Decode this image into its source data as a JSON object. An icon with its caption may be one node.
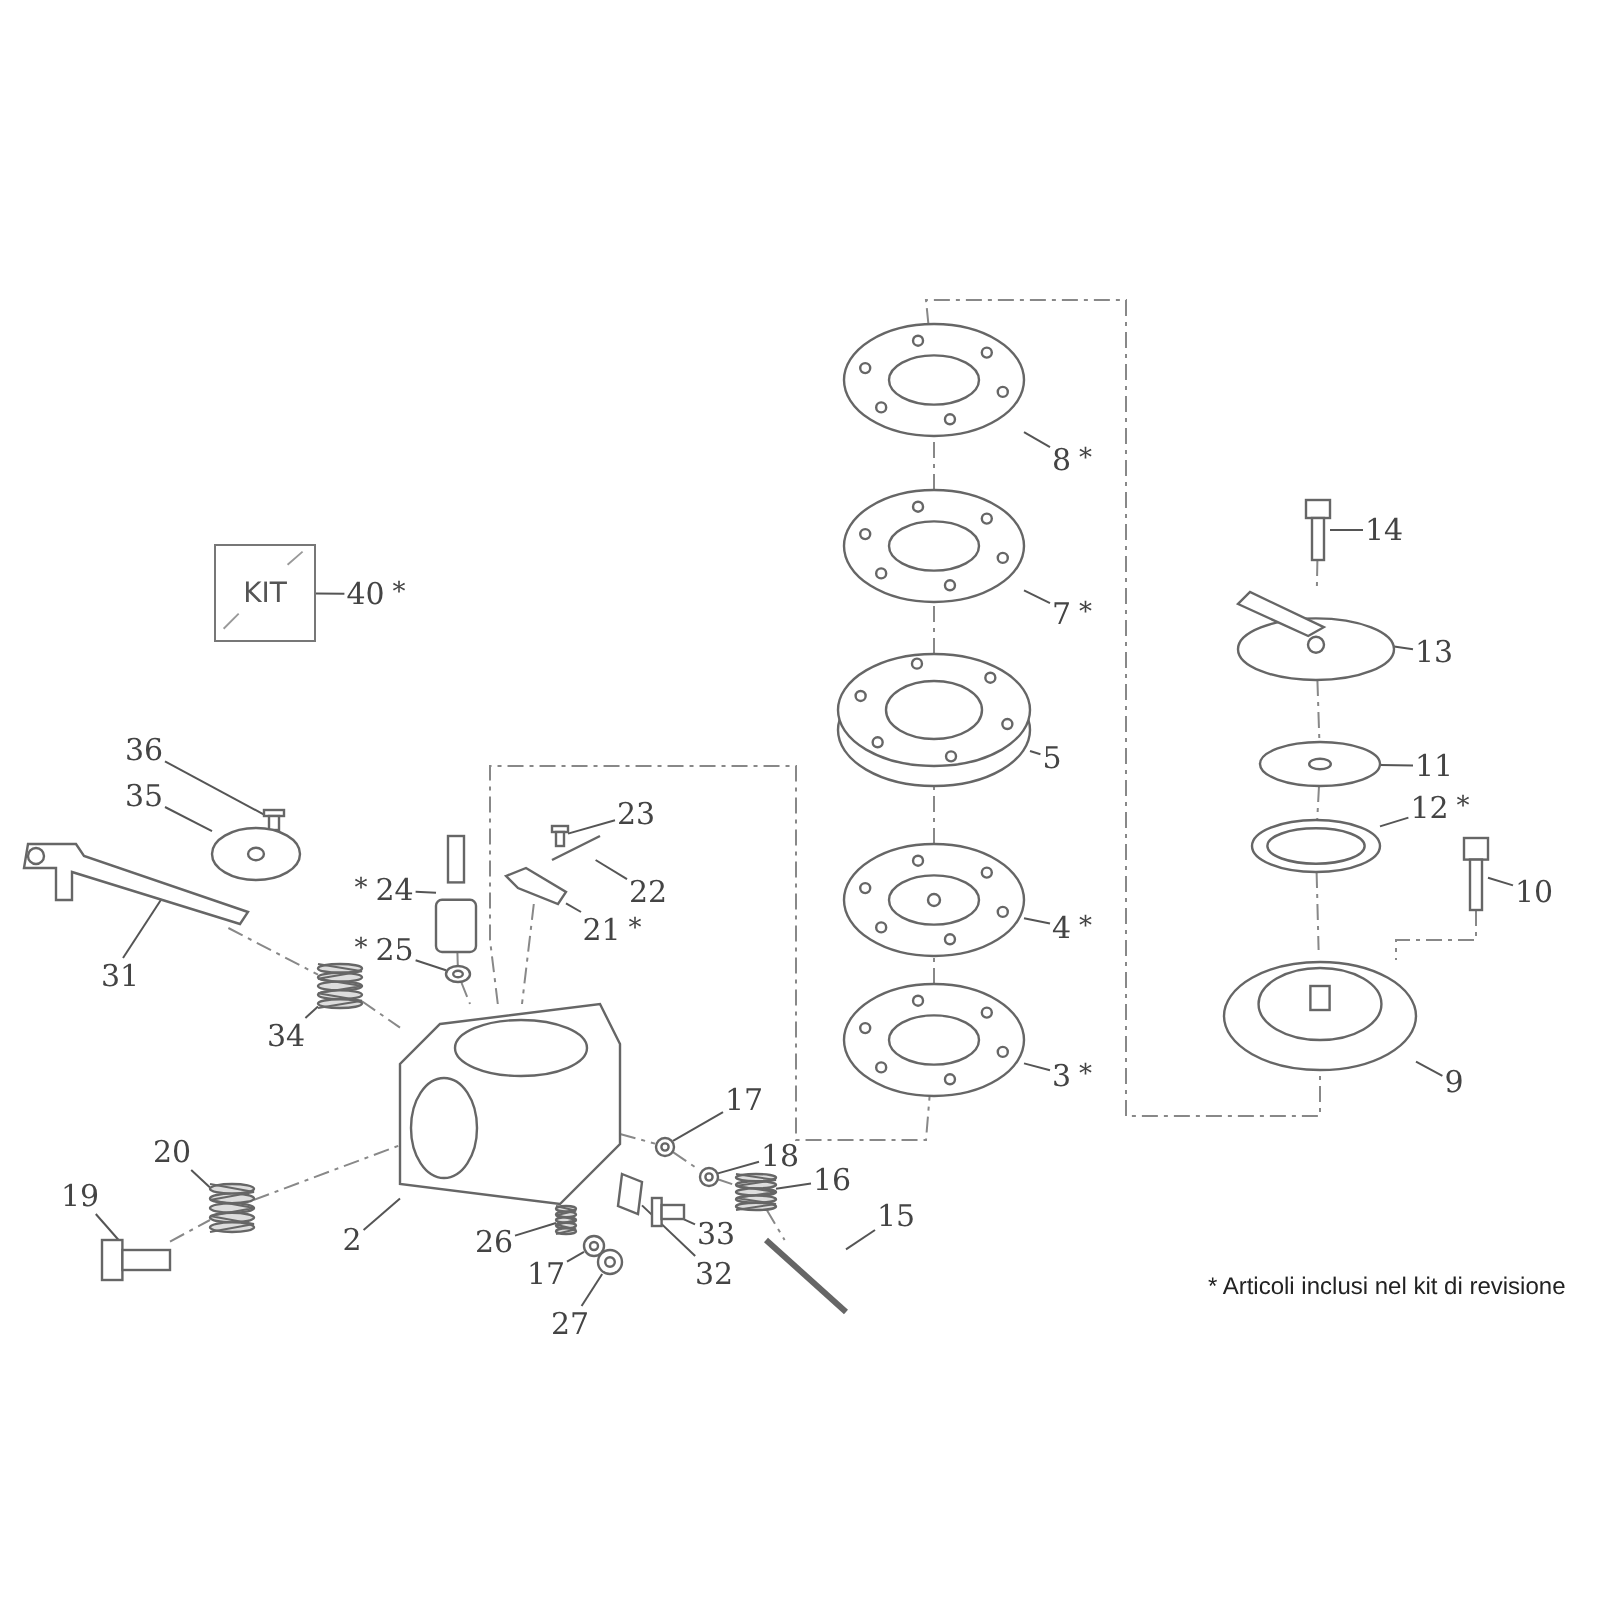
{
  "diagram": {
    "nodes": [
      {
        "text": [
          "40"
        ],
        "beside": [
          "*"
        ]
      },
      {
        "text": [
          "KIT"
        ]
      },
      {
        "text": [
          "36"
        ]
      },
      {
        "text": [],
        "shape": "picture"
      },
      {
        "text": [
          "35"
        ]
      },
      {
        "text": [],
        "shape": "picture"
      },
      {
        "text": [
          "31"
        ]
      },
      {
        "text": [],
        "shape": "picture"
      },
      {
        "text": [
          "24"
        ],
        "beside": [
          "*"
        ]
      },
      {
        "text": [],
        "shape": "picture"
      },
      {
        "text": [
          "25"
        ],
        "beside": [
          "*"
        ]
      },
      {
        "text": [],
        "shape": "picture"
      },
      {
        "text": [
          "23"
        ]
      },
      {
        "text": [],
        "shape": "picture"
      },
      {
        "text": [
          "22"
        ]
      },
      {
        "text": [],
        "shape": "picture"
      },
      {
        "text": [
          "21"
        ],
        "beside": [
          "*"
        ]
      },
      {
        "text": [],
        "shape": "picture"
      },
      {
        "text": [
          "34"
        ]
      },
      {
        "text": [],
        "shape": "picture"
      },
      {
        "text": [
          "20"
        ]
      },
      {
        "text": [],
        "shape": "picture"
      },
      {
        "text": [
          "19"
        ]
      },
      {
        "text": [],
        "shape": "picture"
      },
      {
        "text": [
          "2"
        ]
      },
      {
        "text": [],
        "shape": "picture"
      },
      {
        "text": [
          "26"
        ]
      },
      {
        "text": [],
        "shape": "picture"
      },
      {
        "text": [
          "17"
        ]
      },
      {
        "text": [],
        "shape": "picture"
      },
      {
        "text": [
          "27"
        ]
      },
      {
        "text": [],
        "shape": "picture"
      },
      {
        "text": [
          "17"
        ]
      },
      {
        "text": [],
        "shape": "picture"
      },
      {
        "text": [
          "18"
        ]
      },
      {
        "text": [],
        "shape": "picture"
      },
      {
        "text": [
          "16"
        ]
      },
      {
        "text": [],
        "shape": "picture"
      },
      {
        "text": [
          "15"
        ]
      },
      {
        "text": [],
        "shape": "picture"
      },
      {
        "text": [
          "33"
        ]
      },
      {
        "text": [],
        "shape": "picture"
      },
      {
        "text": [
          "32"
        ]
      },
      {
        "text": [],
        "shape": "picture"
      },
      {
        "text": [
          "8"
        ],
        "beside": [
          "*"
        ]
      },
      {
        "text": [],
        "shape": "picture"
      },
      {
        "text": [
          "7"
        ],
        "beside": [
          "*"
        ]
      },
      {
        "text": [],
        "shape": "picture"
      },
      {
        "text": [
          "5"
        ]
      },
      {
        "text": [],
        "shape": "picture"
      },
      {
        "text": [
          "4"
        ],
        "beside": [
          "*"
        ]
      },
      {
        "text": [],
        "shape": "picture"
      },
      {
        "text": [
          "3"
        ],
        "beside": [
          "*"
        ]
      },
      {
        "text": [],
        "shape": "picture"
      },
      {
        "text": [
          "14"
        ]
      },
      {
        "text": [],
        "shape": "picture"
      },
      {
        "text": [
          "13"
        ]
      },
      {
        "text": [],
        "shape": "picture"
      },
      {
        "text": [
          "11"
        ]
      },
      {
        "text": [],
        "shape": "picture"
      },
      {
        "text": [
          "12"
        ],
        "beside": [
          "*"
        ]
      },
      {
        "text": [],
        "shape": "picture"
      },
      {
        "text": [
          "10"
        ]
      },
      {
        "text": [],
        "shape": "picture"
      },
      {
        "text": [
          "9"
        ]
      },
      {
        "text": [],
        "shape": "picture"
      }
    ],
    "edges": [
      {
        "from": 0,
        "to": 1,
        "arrow": "none"
      },
      {
        "from": 2,
        "to": 3,
        "arrow": "none"
      },
      {
        "from": 4,
        "to": 5,
        "arrow": "none"
      },
      {
        "from": 6,
        "to": 7,
        "arrow": "none"
      },
      {
        "from": 8,
        "to": 9,
        "arrow": "none"
      },
      {
        "from": 10,
        "to": 11,
        "arrow": "none"
      },
      {
        "from": 12,
        "to": 13,
        "arrow": "none"
      },
      {
        "from": 14,
        "to": 15,
        "arrow": "none"
      },
      {
        "from": 16,
        "to": 17,
        "arrow": "none"
      },
      {
        "from": 18,
        "to": 19,
        "arrow": "none"
      },
      {
        "from": 20,
        "to": 21,
        "arrow": "none"
      },
      {
        "from": 22,
        "to": 23,
        "arrow": "none"
      },
      {
        "from": 24,
        "to": 25,
        "arrow": "none"
      },
      {
        "from": 26,
        "to": 27,
        "arrow": "none"
      },
      {
        "from": 28,
        "to": 29,
        "arrow": "none"
      },
      {
        "from": 30,
        "to": 31,
        "arrow": "none"
      },
      {
        "from": 32,
        "to": 33,
        "arrow": "none"
      },
      {
        "from": 34,
        "to": 35,
        "arrow": "none"
      },
      {
        "from": 36,
        "to": 37,
        "arrow": "none"
      },
      {
        "from": 38,
        "to": 39,
        "arrow": "none"
      },
      {
        "from": 40,
        "to": 41,
        "arrow": "none"
      },
      {
        "from": 42,
        "to": 43,
        "arrow": "none"
      },
      {
        "from": 44,
        "to": 45,
        "arrow": "none"
      },
      {
        "from": 46,
        "to": 47,
        "arrow": "none"
      },
      {
        "from": 48,
        "to": 49,
        "arrow": "none"
      },
      {
        "from": 50,
        "to": 51,
        "arrow": "none"
      },
      {
        "from": 52,
        "to": 53,
        "arrow": "none"
      },
      {
        "from": 54,
        "to": 55,
        "arrow": "none"
      },
      {
        "from": 56,
        "to": 57,
        "arrow": "none"
      },
      {
        "from": 58,
        "to": 59,
        "arrow": "none"
      },
      {
        "from": 60,
        "to": 61,
        "arrow": "none"
      },
      {
        "from": 62,
        "to": 63,
        "arrow": "none"
      },
      {
        "from": 64,
        "to": 65,
        "arrow": "none"
      },
      {
        "from": 25,
        "to": 53,
        "arrow": "none",
        "style": "dashed"
      },
      {
        "from": 53,
        "to": 51,
        "arrow": "none",
        "style": "dashed"
      },
      {
        "from": 51,
        "to": 49,
        "arrow": "none",
        "style": "dashed"
      },
      {
        "from": 49,
        "to": 47,
        "arrow": "none",
        "style": "dashed"
      },
      {
        "from": 47,
        "to": 45,
        "arrow": "none",
        "style": "dashed"
      },
      {
        "from": 45,
        "to": 65,
        "arrow": "none",
        "style": "dashed"
      },
      {
        "from": 55,
        "to": 57,
        "arrow": "none",
        "style": "dashed"
      },
      {
        "from": 57,
        "to": 59,
        "arrow": "none",
        "style": "dashed"
      },
      {
        "from": 59,
        "to": 61,
        "arrow": "none",
        "style": "dashed"
      },
      {
        "from": 61,
        "to": 65,
        "arrow": "none",
        "style": "dashed"
      },
      {
        "from": 63,
        "to": 65,
        "arrow": "none",
        "style": "dashed"
      },
      {
        "from": 7,
        "to": 19,
        "arrow": "none",
        "style": "dashed"
      },
      {
        "from": 19,
        "to": 25,
        "arrow": "none",
        "style": "dashed"
      },
      {
        "from": 21,
        "to": 25,
        "arrow": "none",
        "style": "dashed"
      },
      {
        "from": 23,
        "to": 21,
        "arrow": "none",
        "style": "dashed"
      },
      {
        "from": 17,
        "to": 25,
        "arrow": "none",
        "style": "dashed"
      },
      {
        "from": 11,
        "to": 25,
        "arrow": "none",
        "style": "dashed"
      },
      {
        "from": 9,
        "to": 11,
        "arrow": "none",
        "style": "dashed"
      },
      {
        "from": 25,
        "to": 33,
        "arrow": "none",
        "style": "dashed"
      },
      {
        "from": 33,
        "to": 35,
        "arrow": "none",
        "style": "dashed"
      },
      {
        "from": 35,
        "to": 37,
        "arrow": "none",
        "style": "dashed"
      },
      {
        "from": 37,
        "to": 39,
        "arrow": "none",
        "style": "dashed"
      }
    ],
    "labels": [
      "* Articoli inclusi nel kit di revisione"
    ]
  }
}
